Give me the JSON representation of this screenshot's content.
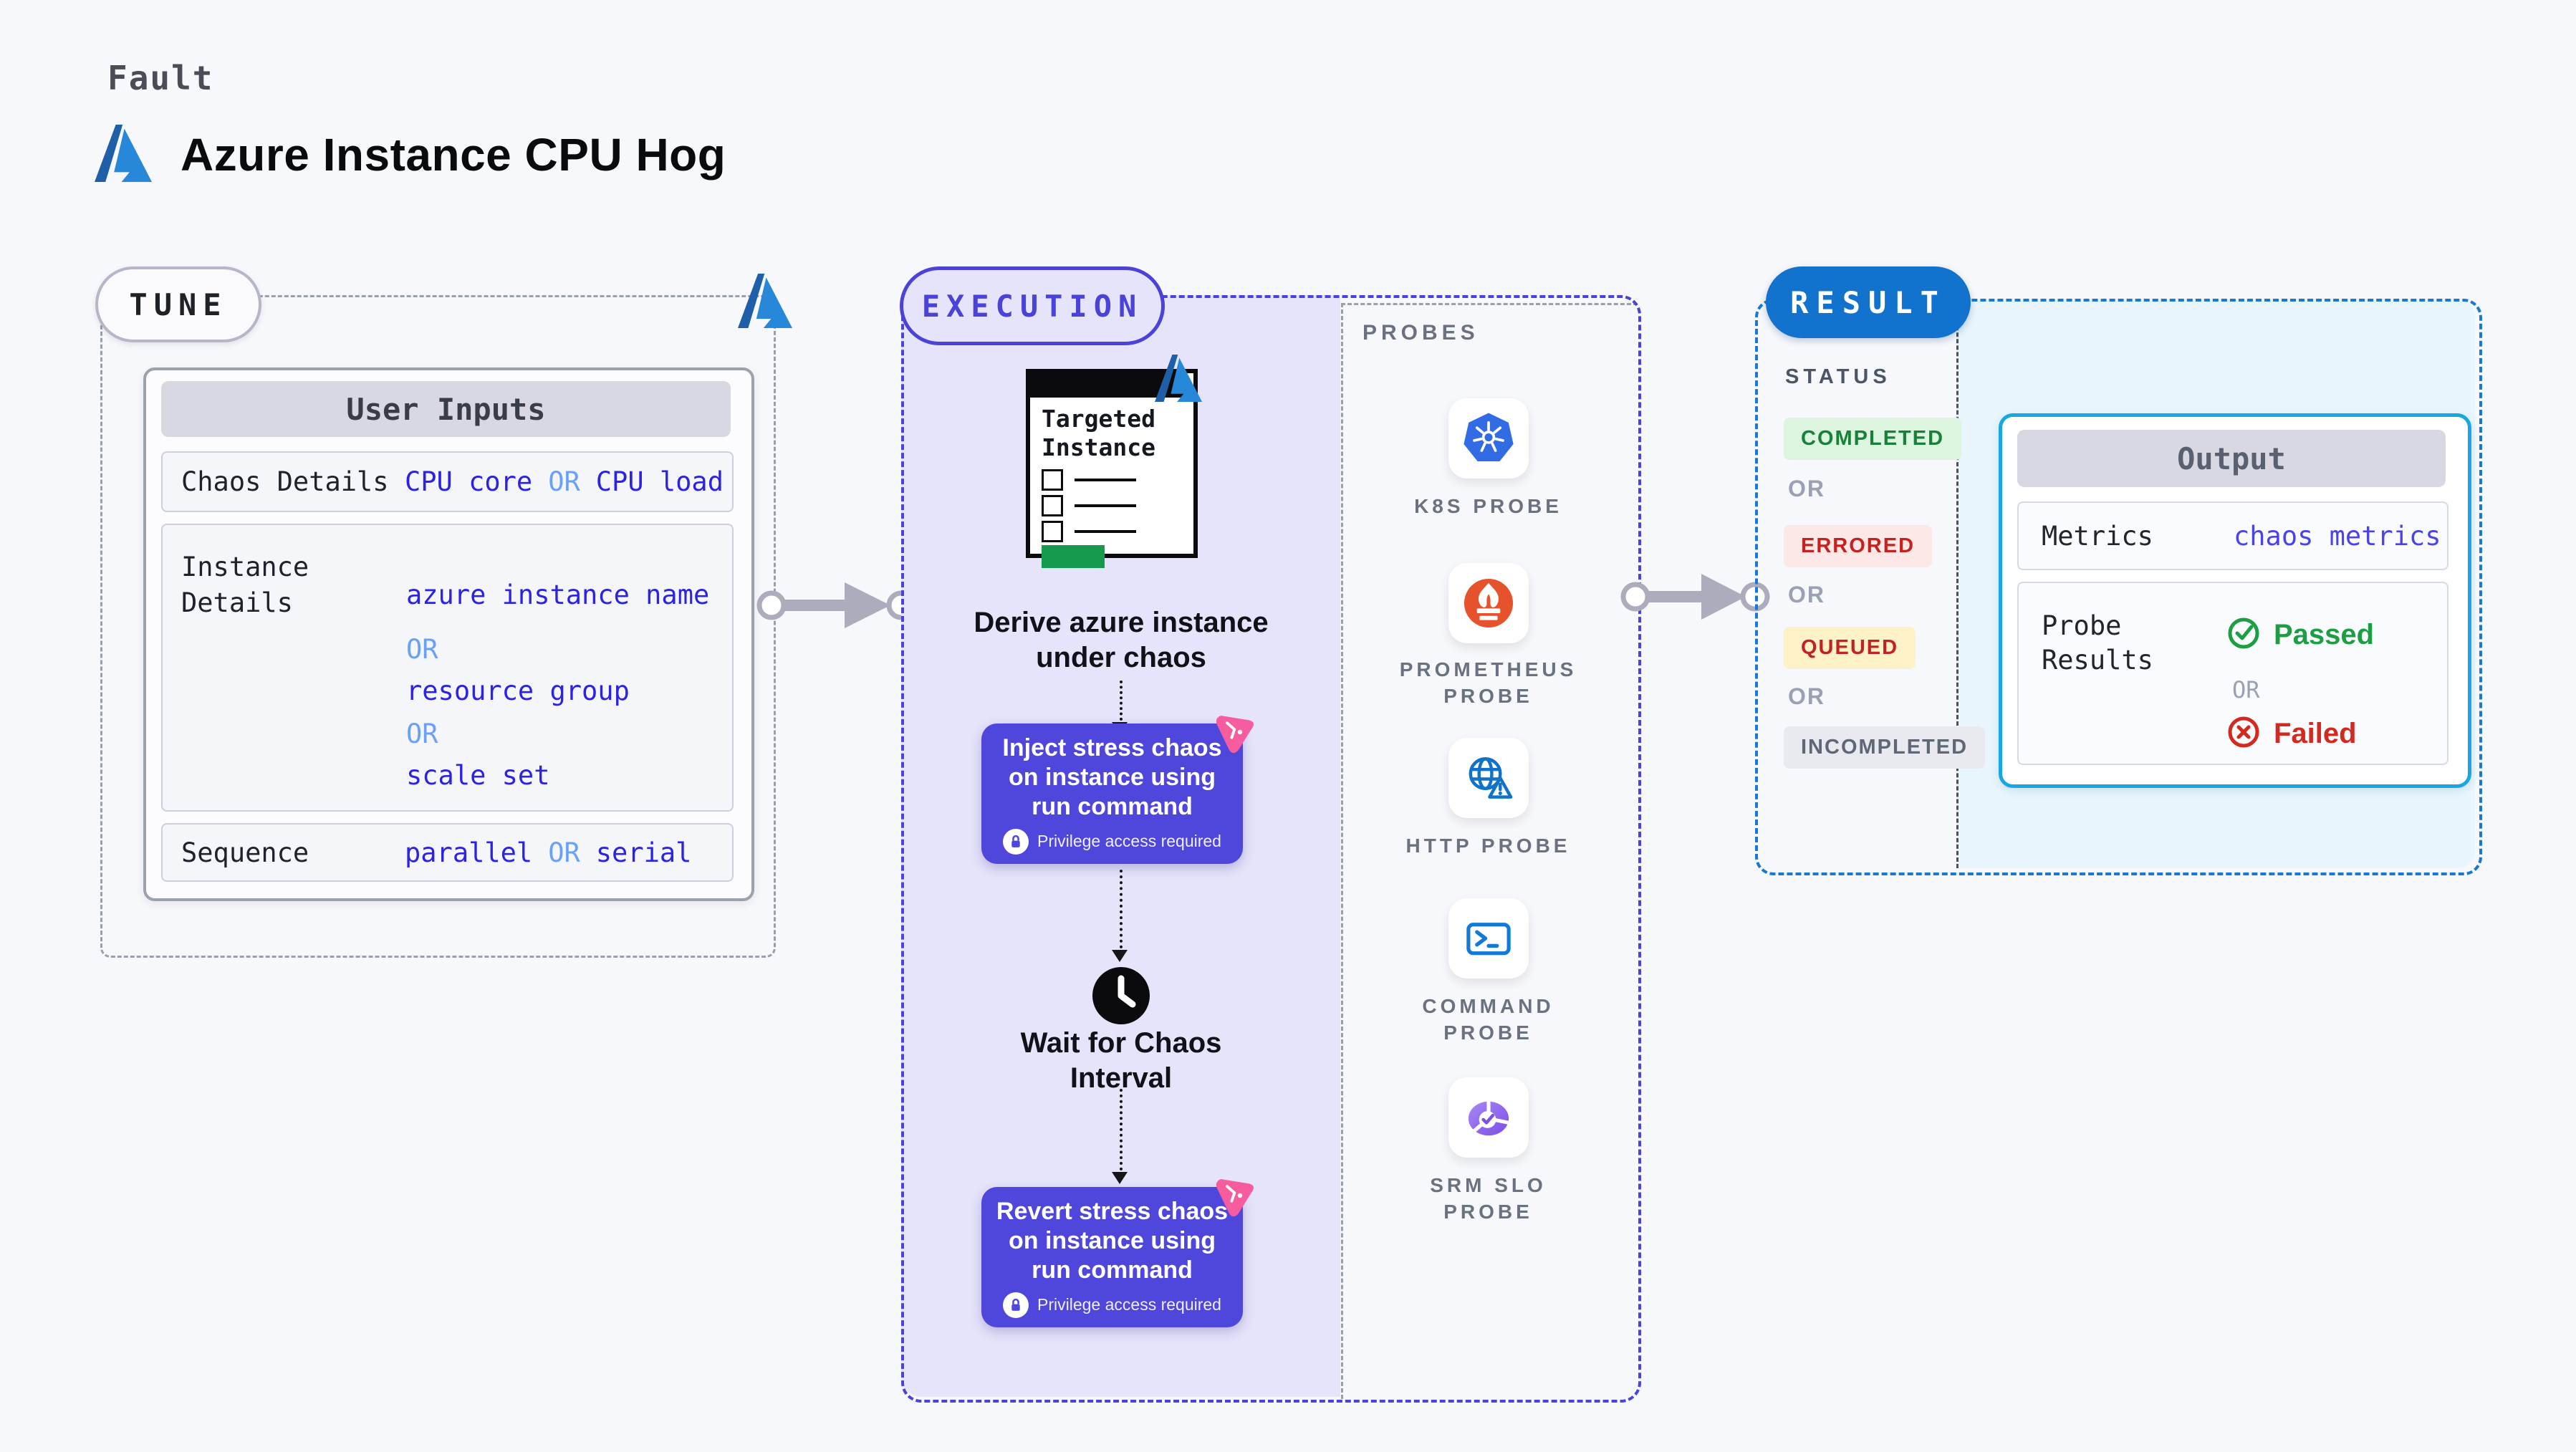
{
  "header": {
    "kicker": "Fault",
    "title": "Azure Instance CPU Hog",
    "logo_icon": "azure-icon"
  },
  "tune": {
    "label": "TUNE",
    "corner_icon": "azure-icon",
    "card": {
      "title": "User Inputs",
      "chaos_row": {
        "label": "Chaos Details",
        "value": [
          "CPU core",
          "OR",
          "CPU load"
        ]
      },
      "instance_row": {
        "label": "Instance Details",
        "values": [
          "azure instance name",
          "OR",
          "resource group",
          "OR",
          "scale set"
        ]
      },
      "sequence_row": {
        "label": "Sequence",
        "value": [
          "parallel",
          "OR",
          "serial"
        ]
      }
    }
  },
  "execution": {
    "label": "EXECUTION",
    "targeted_instance": {
      "caption": "Targeted Instance",
      "corner_icon": "azure-icon"
    },
    "derive_caption": "Derive azure instance under chaos",
    "inject": {
      "text": "Inject stress chaos on instance using run command",
      "badge": "Privilege access required",
      "lock_icon": "lock-icon",
      "corner_icon": "litmus-chaos-icon"
    },
    "wait_caption": "Wait for Chaos Interval",
    "wait_icon": "clock-icon",
    "revert": {
      "text": "Revert stress chaos on instance using run command",
      "badge": "Privilege access required",
      "lock_icon": "lock-icon",
      "corner_icon": "litmus-chaos-icon"
    }
  },
  "probes": {
    "heading": "PROBES",
    "items": [
      {
        "label": "K8S PROBE",
        "icon": "kubernetes-icon"
      },
      {
        "label": "PROMETHEUS PROBE",
        "icon": "prometheus-icon"
      },
      {
        "label": "HTTP PROBE",
        "icon": "http-globe-warning-icon"
      },
      {
        "label": "COMMAND PROBE",
        "icon": "terminal-icon"
      },
      {
        "label": "SRM SLO PROBE",
        "icon": "srm-slo-donut-icon"
      }
    ]
  },
  "result": {
    "label": "RESULT",
    "status": {
      "heading": "STATUS",
      "items": [
        {
          "kind": "badge",
          "text": "COMPLETED",
          "style": "green"
        },
        {
          "kind": "or",
          "text": "OR"
        },
        {
          "kind": "badge",
          "text": "ERRORED",
          "style": "red"
        },
        {
          "kind": "or",
          "text": "OR"
        },
        {
          "kind": "badge",
          "text": "QUEUED",
          "style": "yellow"
        },
        {
          "kind": "or",
          "text": "OR"
        },
        {
          "kind": "badge",
          "text": "INCOMPLETED",
          "style": "gray"
        }
      ]
    },
    "output": {
      "title": "Output",
      "metrics": {
        "label": "Metrics",
        "value": "chaos metrics"
      },
      "probe_results": {
        "label": "Probe Results",
        "passed": "Passed",
        "or": "OR",
        "failed": "Failed",
        "passed_icon": "check-circle-icon",
        "failed_icon": "x-circle-icon"
      }
    }
  },
  "colors": {
    "page_bg": "#F7F8FB",
    "azure_blue": "#2787D8",
    "azure_dark_blue": "#1E5FA8",
    "value_blue": "#2B22E3",
    "or_light_blue": "#6AA1F7",
    "execution_accent": "#4A42D9",
    "execution_bg": "#E6E4FA",
    "action_purple": "#4F46DB",
    "litmus_pink": "#F75D9E",
    "result_pill_blue": "#1173CE",
    "result_dash_blue": "#1879D4",
    "output_border_cyan": "#19A7E3",
    "result_bg_cyan": "#E9F5FC",
    "completed_green": "#188038",
    "errored_red": "#C5221F",
    "queued_bg_yellow": "#FDF1C7",
    "incompleted_gray": "#5F6776",
    "passed_green": "#1E9E43",
    "failed_red": "#D3291E",
    "window_green": "#169B4E",
    "kubernetes_blue": "#326CE5",
    "prometheus_orange": "#E6522C"
  }
}
